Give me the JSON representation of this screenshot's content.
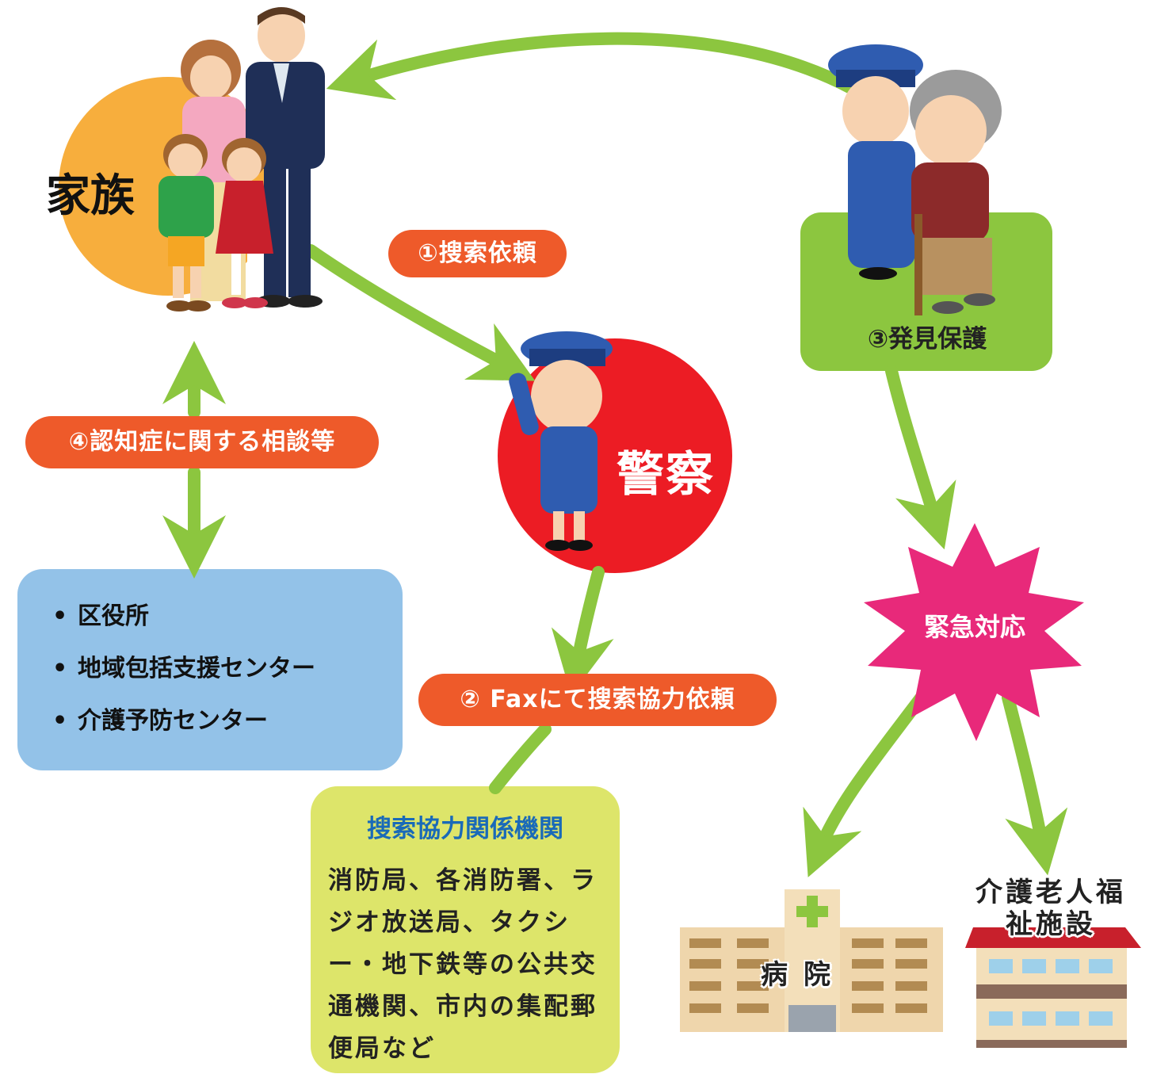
{
  "nodes": {
    "family": "家族",
    "police": "警察",
    "found_protected": "③発見保護",
    "emergency": "緊急対応",
    "hospital": "病院",
    "care_home": "介護老人福祉施設"
  },
  "steps": {
    "step1": "①搜索依頼",
    "step2": "② Faxにて搜索協力依頼",
    "step4": "④認知症に関する相談等"
  },
  "consult_list": [
    "区役所",
    "地域包括支援センター",
    "介護予防センター"
  ],
  "cooperating": {
    "title": "搜索協力関係機関",
    "text": "消防局、各消防署、ラジオ放送局、タクシー・地下鉄等の公共交通機関、市内の集配郵便局など"
  },
  "colors": {
    "arrow": "#8cc63f",
    "pill": "#ee5a2a",
    "police_circle": "#ec1c24",
    "family_circle": "#f7ae3d",
    "emergency_burst": "#e8297a",
    "consult_box": "#93c2e8",
    "cooperating_box": "#dde56a",
    "found_box": "#8cc63f"
  }
}
